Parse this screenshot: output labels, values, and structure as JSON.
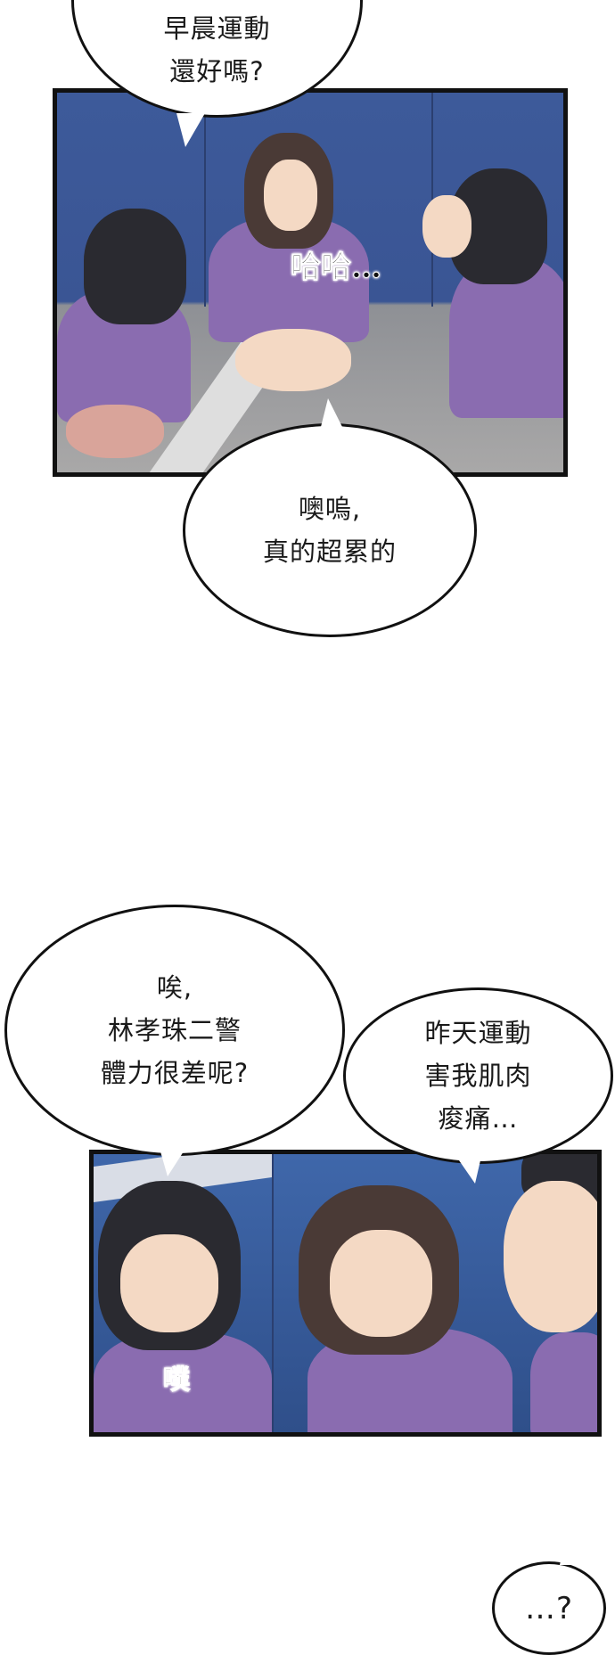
{
  "panel1": {
    "bubble_top": [
      "早晨運動",
      "還好嗎?"
    ],
    "sfx": "哈哈…",
    "bubble_bottom": [
      "噢嗚,",
      "真的超累的"
    ]
  },
  "panel2": {
    "bubble_left": [
      "唉,",
      "林孝珠二警",
      "體力很差呢?"
    ],
    "bubble_right": [
      "昨天運動",
      "害我肌肉",
      "痠痛…"
    ],
    "sfx": "噗",
    "bubble_small": [
      "…?"
    ]
  },
  "colors": {
    "wall": "#3d5a9a",
    "floor": "#a9a8a8",
    "uniform": "#8a6cb0",
    "outline": "#111111"
  }
}
